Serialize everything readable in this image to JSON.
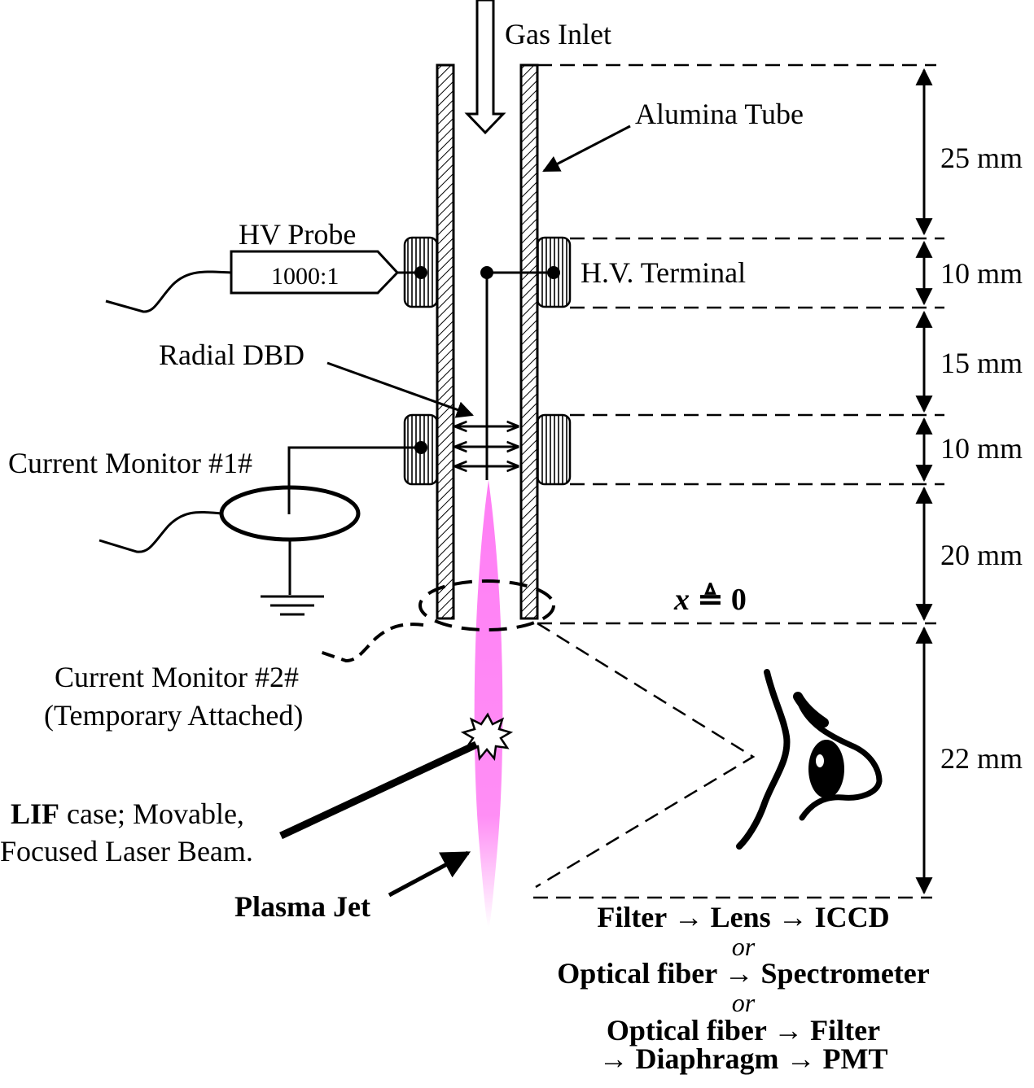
{
  "labels": {
    "gas_inlet": "Gas Inlet",
    "alumina_tube": "Alumina Tube",
    "hv_probe": "HV Probe",
    "probe_ratio": "1000:1",
    "hv_terminal": "H.V. Terminal",
    "radial_dbd": "Radial DBD",
    "current_monitor_1": "Current Monitor #1#",
    "current_monitor_2_line1": "Current Monitor #2#",
    "current_monitor_2_line2": "(Temporary Attached)",
    "lif_bold": "LIF",
    "lif_rest": " case; Movable,",
    "lif_line2": "Focused Laser Beam.",
    "plasma_jet": "Plasma Jet",
    "origin_x": "x",
    "origin_eq": " ≜ 0"
  },
  "dimensions": [
    {
      "label": "25 mm"
    },
    {
      "label": "10 mm"
    },
    {
      "label": "15 mm"
    },
    {
      "label": "10 mm"
    },
    {
      "label": "20 mm"
    },
    {
      "label": "22 mm"
    }
  ],
  "detection": {
    "line1": "Filter → Lens → ICCD",
    "or1": "or",
    "line2": "Optical fiber → Spectrometer",
    "or2": "or",
    "line3": "Optical fiber → Filter",
    "line4": "→ Diaphragm → PMT"
  },
  "colors": {
    "plasma": "#ff7ef5",
    "line": "#000000"
  }
}
